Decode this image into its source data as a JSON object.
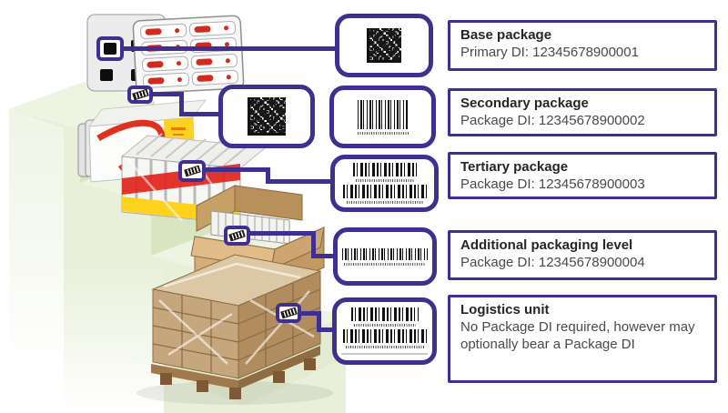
{
  "accent_color": "#3e2f91",
  "illustration": {
    "description": "Staircase of packaging levels: blister pack, secondary carton, shrink-wrapped bundle, open shipping box, wrapped pallet",
    "marker_icons": [
      "datamatrix-marker-icon",
      "barcode-marker-icon",
      "barcode-marker-icon",
      "barcode-marker-icon",
      "barcode-marker-icon"
    ]
  },
  "callouts": {
    "base": "datamatrix-icon",
    "secondary": [
      "datamatrix-icon",
      "linear-barcode-icon"
    ],
    "tertiary": "double-linear-barcode-icon",
    "additional": "linear-barcode-icon",
    "logistics": "double-linear-barcode-icon"
  },
  "levels": [
    {
      "title": "Base package",
      "detail": "Primary DI: 12345678900001"
    },
    {
      "title": "Secondary package",
      "detail": "Package DI: 12345678900002"
    },
    {
      "title": "Tertiary package",
      "detail": "Package DI: 12345678900003"
    },
    {
      "title": "Additional packaging level",
      "detail": "Package DI: 12345678900004"
    },
    {
      "title": "Logistics unit",
      "detail": "No Package DI required, however may optionally bear a Package DI"
    }
  ]
}
